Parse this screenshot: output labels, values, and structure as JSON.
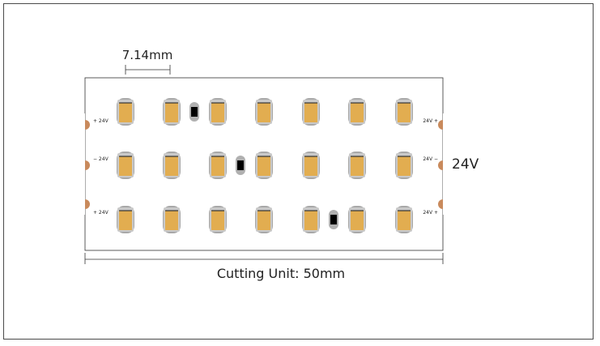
{
  "dimension_label": "7.14mm",
  "voltage_label": "24V",
  "cutting_unit_label": "Cutting Unit: 50mm",
  "pads": {
    "left": [
      "+ 24V",
      "− 24V",
      "+ 24V"
    ],
    "right": [
      "24V +",
      "24V −",
      "24V +"
    ]
  },
  "colors": {
    "led_body": "#e2ad50",
    "led_frame": "#c9c9c9",
    "led_shadow": "#a8a8a8",
    "pad": "#c98a5c",
    "resistor": "#000000",
    "resistor_shadow": "#b0b0b0",
    "line": "#333333"
  }
}
